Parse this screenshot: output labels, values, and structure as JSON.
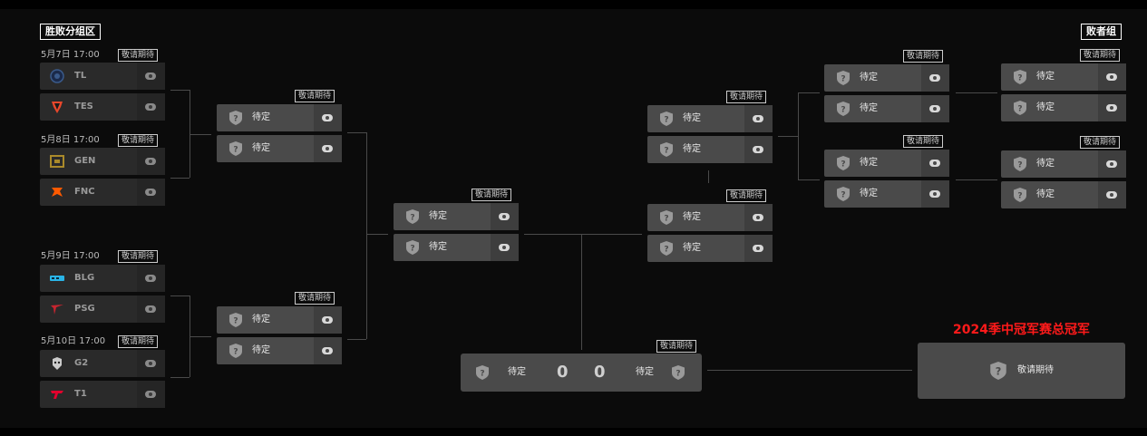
{
  "labels": {
    "winners_bracket": "胜败分组区",
    "losers_bracket": "败者组"
  },
  "placeholder": {
    "tbd": "待定",
    "stay_tuned": "敬请期待",
    "unknown_mark": "?"
  },
  "round1": [
    {
      "time": "5月7日 17:00",
      "tag": "敬请期待",
      "teams": [
        {
          "name": "TL",
          "logo": "tl-logo-icon",
          "color": "#1b2a4a"
        },
        {
          "name": "TES",
          "logo": "tes-logo-icon",
          "color": "#e8472b"
        }
      ]
    },
    {
      "time": "5月8日 17:00",
      "tag": "敬请期待",
      "teams": [
        {
          "name": "GEN",
          "logo": "gen-logo-icon",
          "color": "#aa8a2a"
        },
        {
          "name": "FNC",
          "logo": "fnc-logo-icon",
          "color": "#ff5a00"
        }
      ]
    },
    {
      "time": "5月9日 17:00",
      "tag": "敬请期待",
      "teams": [
        {
          "name": "BLG",
          "logo": "blg-logo-icon",
          "color": "#2ab4e6"
        },
        {
          "name": "PSG",
          "logo": "psg-logo-icon",
          "color": "#c8252f"
        }
      ]
    },
    {
      "time": "5月10日 17:00",
      "tag": "敬请期待",
      "teams": [
        {
          "name": "G2",
          "logo": "g2-logo-icon",
          "color": "#cccccc"
        },
        {
          "name": "T1",
          "logo": "t1-logo-icon",
          "color": "#e2012d"
        }
      ]
    }
  ],
  "final": {
    "team_a": "待定",
    "team_b": "待定",
    "score_a": "0",
    "score_b": "0",
    "tag": "敬请期待"
  },
  "champion": {
    "title": "2024季中冠军赛总冠军",
    "label": "敬请期待"
  },
  "colors": {
    "accent_red": "#ff1a1a",
    "card_dark": "#2a2a2a",
    "card_light": "#4a4a4a"
  }
}
